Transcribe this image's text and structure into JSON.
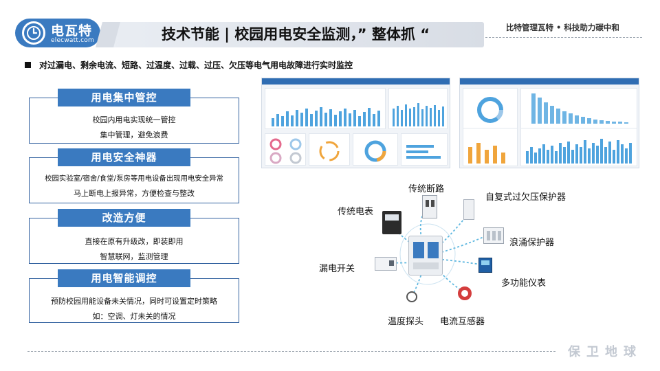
{
  "logo": {
    "name": "电瓦特",
    "url": "elecwatt.com"
  },
  "header": {
    "title": "技术节能 | 校园用电安全监测，” 整体抓 “",
    "slogan": "比特管理瓦特 • 科技助力碳中和"
  },
  "intro": "对过漏电、剩余电流、短路、过温度、过载、过压、欠压等电气用电故障进行实时监控",
  "cards": [
    {
      "title": "用电集中管控",
      "lines": [
        "校园内用电实现统一管控",
        "集中管理，避免浪费"
      ]
    },
    {
      "title": "用电安全神器",
      "lines": [
        "校园实验室/宿舍/食堂/泵房等用电设备出现用电安全异常",
        "马上断电上报异常，方便检查与整改"
      ]
    },
    {
      "title": "改造方便",
      "lines": [
        "直接在原有升级改，即装即用",
        "智慧联网，监测管理"
      ]
    },
    {
      "title": "用电智能调控",
      "lines": [
        "预防校园用能设备未关情况，同时可设置定时策略",
        "如：空调、灯未关的情况"
      ]
    }
  ],
  "devices": {
    "breaker": "传统断路",
    "meter": "传统电表",
    "auto_protector": "自复式过欠压保护器",
    "surge": "浪涌保护器",
    "leakage": "漏电开关",
    "multi_meter": "多功能仪表",
    "temp_probe": "温度探头",
    "current_sensor": "电流互感器"
  },
  "footer": {
    "brand": "保卫地球"
  },
  "colors": {
    "primary": "#3a7ac0",
    "border": "#2f5f9e",
    "bar": "#4ea3de",
    "accent": "#f0a53c"
  }
}
